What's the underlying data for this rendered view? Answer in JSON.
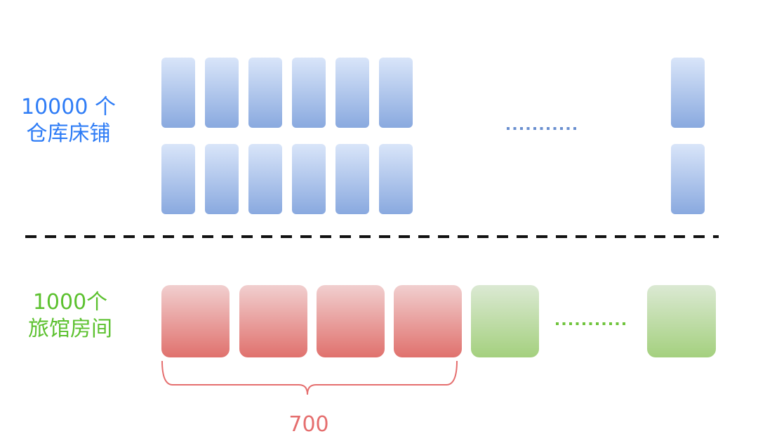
{
  "warehouse": {
    "label_line1": "10000 个",
    "label_line2": "仓库床铺",
    "color": "#2e7cf6",
    "slots_per_row": 7,
    "rows": 2,
    "bed_color_top": "#d9e5f9",
    "bed_color_bottom": "#89a9df",
    "ellipsis_color": "#6a8fcf"
  },
  "hotel": {
    "label_line1": "1000个",
    "label_line2": "旅馆房间",
    "color": "#5cc12f",
    "occupied_count": 4,
    "free_count": 2,
    "occupied_color_top": "#f1cfcf",
    "occupied_color_bottom": "#e0716d",
    "free_color_top": "#dbe9d3",
    "free_color_bottom": "#a4d07e",
    "ellipsis_color": "#6fc43c"
  },
  "brace": {
    "label": "700",
    "color": "#e56e6e"
  },
  "divider_color": "#111111"
}
